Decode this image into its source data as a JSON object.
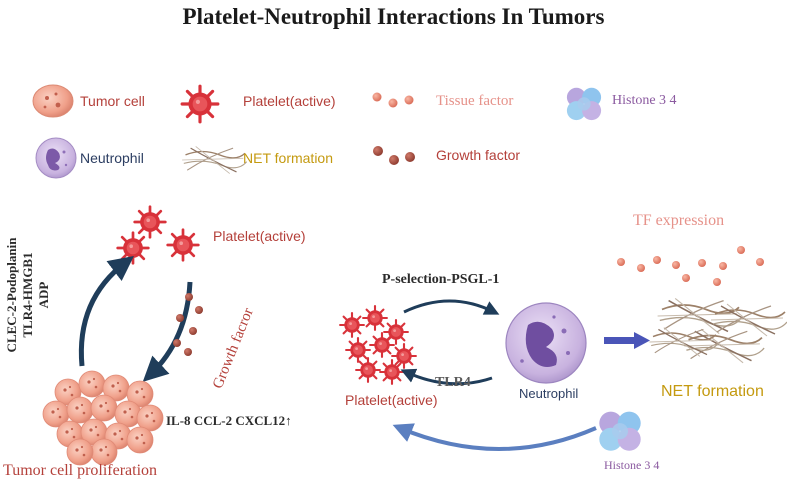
{
  "title": "Platelet-Neutrophil Interactions In Tumors",
  "legend": {
    "tumor_cell": "Tumor cell",
    "platelet": "Platelet(active)",
    "tissue_factor": "Tissue factor",
    "histone": "Histone 3 4",
    "neutrophil": "Neutrophil",
    "net": "NET formation",
    "growth_factor": "Growth factor"
  },
  "left_cycle": {
    "platelet_label": "Platelet(active)",
    "signals_line1": "CLEC-2-Podoplanin",
    "signals_line2": "TLR4-HMGB1",
    "signals_line3": "ADP",
    "growth_label": "Growth facror",
    "cytokines": "IL-8 CCL-2 CXCL12↑",
    "proliferation": "Tumor cell proliferation"
  },
  "right_panel": {
    "selection": "P-selection-PSGL-1",
    "tlr4": "TLR4",
    "platelet_label": "Platelet(active)",
    "neutrophil_label": "Neutrophil",
    "tf_expression": "TF expression",
    "net_label": "NET formation",
    "histone_label": "Histone 3 4"
  },
  "colors": {
    "arrow_dark": "#1f3d5a",
    "arrow_blue": "#5b7fc0",
    "platelet": "#d8323a",
    "tumor": "#f0a890",
    "neutrophil": "#c9b4e0"
  }
}
